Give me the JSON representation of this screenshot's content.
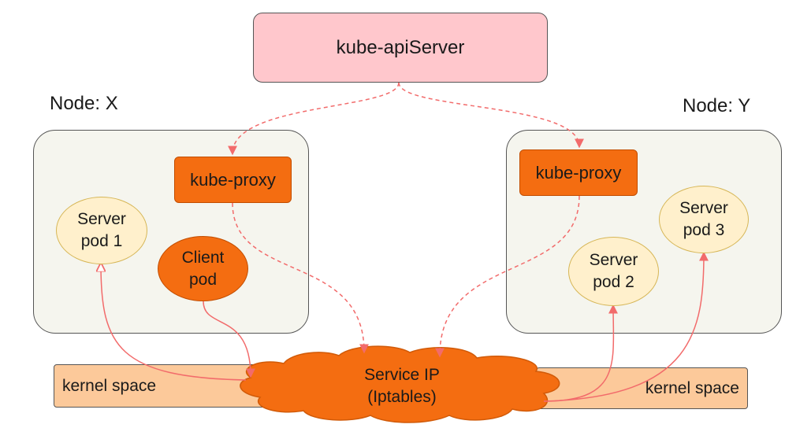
{
  "api_server": {
    "label": "kube-apiServer"
  },
  "node_x": {
    "label": "Node: X",
    "kube_proxy": "kube-proxy",
    "server_pod_1": [
      "Server",
      "pod 1"
    ],
    "client_pod": [
      "Client",
      "pod"
    ],
    "kernel": "kernel space"
  },
  "node_y": {
    "label": "Node: Y",
    "kube_proxy": "kube-proxy",
    "server_pod_2": [
      "Server",
      "pod 2"
    ],
    "server_pod_3": [
      "Server",
      "pod 3"
    ],
    "kernel": "kernel space"
  },
  "service": {
    "line1": "Service IP",
    "line2": "(Iptables)"
  },
  "colors": {
    "edge": "#f26b6b",
    "orange": "#f46d11",
    "api_fill": "#ffc7cc"
  }
}
